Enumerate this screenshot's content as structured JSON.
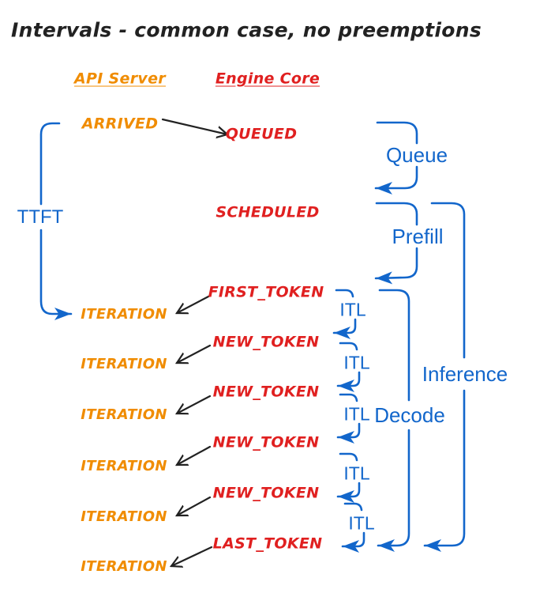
{
  "title": "Intervals - common case, no preemptions",
  "columns": {
    "api_server": "API Server",
    "engine_core": "Engine Core"
  },
  "events": {
    "arrived": "ARRIVED",
    "queued": "QUEUED",
    "scheduled": "SCHEDULED",
    "tokens": [
      "FIRST_TOKEN",
      "NEW_TOKEN",
      "NEW_TOKEN",
      "NEW_TOKEN",
      "NEW_TOKEN",
      "LAST_TOKEN"
    ],
    "iterations": [
      "ITERATION",
      "ITERATION",
      "ITERATION",
      "ITERATION",
      "ITERATION",
      "ITERATION"
    ]
  },
  "intervals": {
    "ttft": "TTFT",
    "queue": "Queue",
    "prefill": "Prefill",
    "itl": [
      "ITL",
      "ITL",
      "ITL",
      "ITL",
      "ITL"
    ],
    "decode": "Decode",
    "inference": "Inference"
  },
  "colors": {
    "api_accent": "#f08c00",
    "engine_accent": "#e02020",
    "interval_accent": "#1266cb",
    "ink": "#222222",
    "background": "#ffffff"
  }
}
